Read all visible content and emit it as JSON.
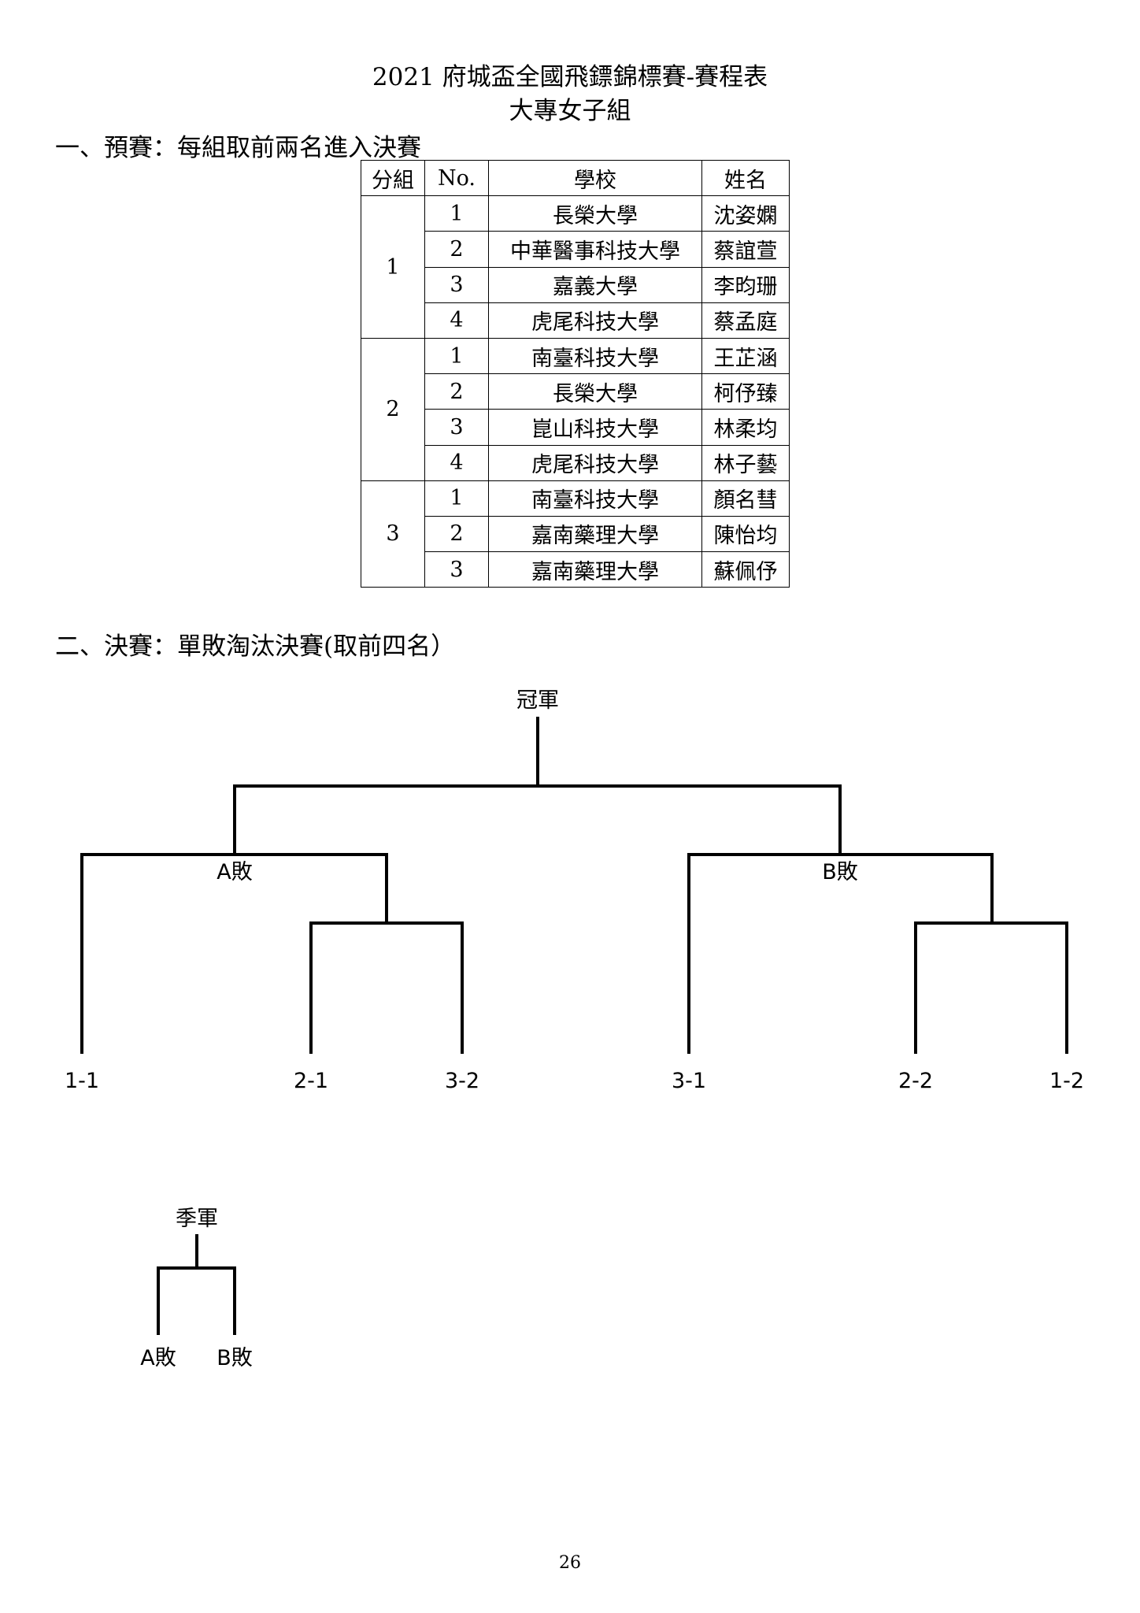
{
  "header": {
    "title": "2021 府城盃全國飛鏢錦標賽-賽程表",
    "subtitle": "大專女子組"
  },
  "section1": {
    "title": "一、預賽：每組取前兩名進入決賽"
  },
  "table": {
    "headers": [
      "分組",
      "No.",
      "學校",
      "姓名"
    ],
    "groups": [
      {
        "group": "1",
        "rows": [
          {
            "no": "1",
            "school": "長榮大學",
            "name": "沈姿嫻"
          },
          {
            "no": "2",
            "school": "中華醫事科技大學",
            "name": "蔡誼萱"
          },
          {
            "no": "3",
            "school": "嘉義大學",
            "name": "李昀珊"
          },
          {
            "no": "4",
            "school": "虎尾科技大學",
            "name": "蔡孟庭"
          }
        ]
      },
      {
        "group": "2",
        "rows": [
          {
            "no": "1",
            "school": "南臺科技大學",
            "name": "王芷涵"
          },
          {
            "no": "2",
            "school": "長榮大學",
            "name": "柯伃臻"
          },
          {
            "no": "3",
            "school": "崑山科技大學",
            "name": "林柔均"
          },
          {
            "no": "4",
            "school": "虎尾科技大學",
            "name": "林子藝"
          }
        ]
      },
      {
        "group": "3",
        "rows": [
          {
            "no": "1",
            "school": "南臺科技大學",
            "name": "顏名彗"
          },
          {
            "no": "2",
            "school": "嘉南藥理大學",
            "name": "陳怡均"
          },
          {
            "no": "3",
            "school": "嘉南藥理大學",
            "name": "蘇佩伃"
          }
        ]
      }
    ]
  },
  "section2": {
    "title": "二、決賽：單敗淘汰決賽(取前四名）"
  },
  "bracket": {
    "champion_label": "冠軍",
    "loser_a": "A敗",
    "loser_b": "B敗",
    "seeds": [
      "1-1",
      "2-1",
      "3-2",
      "3-1",
      "2-2",
      "1-2"
    ],
    "third_label": "季軍",
    "third_a": "A敗",
    "third_b": "B敗"
  },
  "footer": {
    "page_number": "26"
  }
}
